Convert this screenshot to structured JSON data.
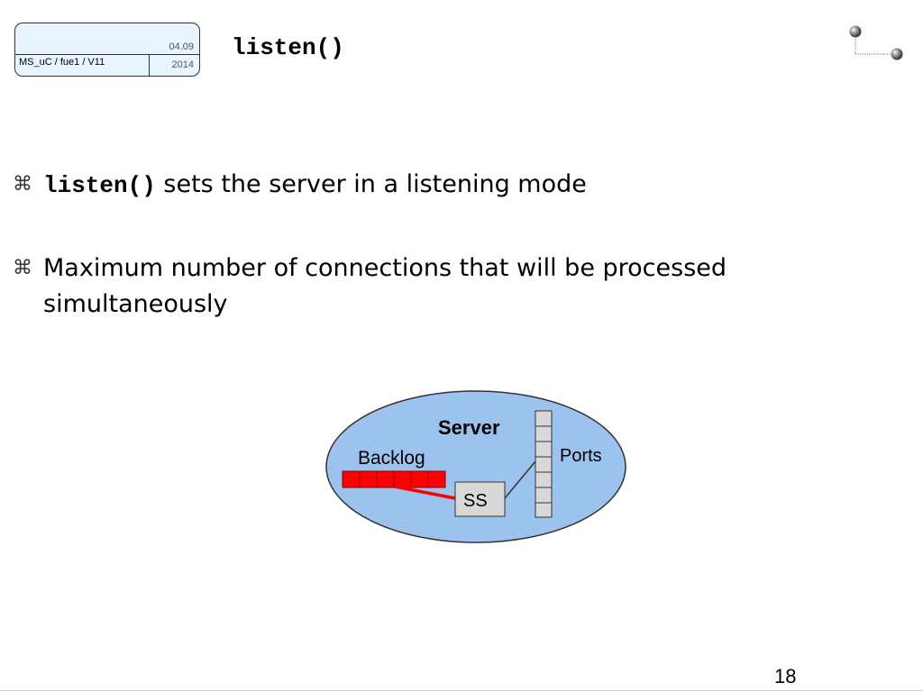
{
  "header": {
    "course": "MS_uC / fue1 / V11",
    "date": "04.09",
    "year": "2014",
    "title": "listen()"
  },
  "bullets": [
    {
      "code": "listen()",
      "text": " sets the server in a listening mode"
    },
    {
      "text": "Maximum number of connections that will be processed simultaneously"
    }
  ],
  "diagram": {
    "server_label": "Server",
    "backlog_label": "Backlog",
    "ports_label": "Ports",
    "socket_label": "SS",
    "colors": {
      "ellipse": "#9cc3ee",
      "backlog": "#ff0000",
      "box": "#d8d8d8"
    }
  },
  "footer": {
    "page_number": "18"
  },
  "icons": {
    "bullet": "command-bullet-icon",
    "logo": "spheres-logo-icon"
  }
}
